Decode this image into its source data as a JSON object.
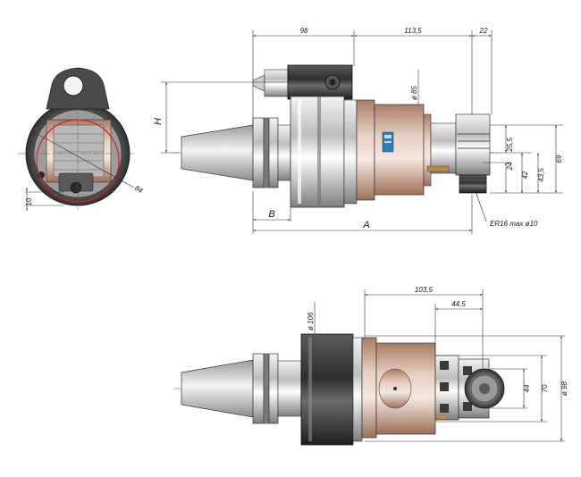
{
  "colors": {
    "steel_dark": "#3a3a3a",
    "steel_mid": "#8a8a8a",
    "steel_light": "#d9d9d9",
    "bronze": "#c9a088",
    "bronze_light": "#e4cbbb",
    "red_circle": "#d0202a",
    "accent_blue": "#2a7fb0",
    "dimension_line": "#333333"
  },
  "top_view": {
    "dim_98": "98",
    "dim_113_5": "113,5",
    "dim_22": "22",
    "dim_d85": "ø 85",
    "dim_25_5": "25,5",
    "dim_24": "24",
    "dim_42": "42",
    "dim_43_5": "43,5",
    "dim_69": "69",
    "label_H": "H",
    "label_B": "B",
    "label_A": "A",
    "collet_label": "ER16  max  ø10"
  },
  "end_view": {
    "dim_10": "10",
    "dim_84": "84"
  },
  "bottom_view": {
    "dim_103_5": "103,5",
    "dim_44_5": "44,5",
    "dim_d106": "ø 106",
    "dim_44": "44",
    "dim_70": "70",
    "dim_d98": "ø 98"
  }
}
